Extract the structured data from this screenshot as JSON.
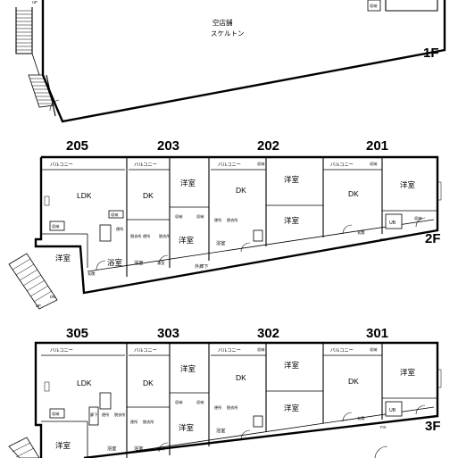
{
  "floor1": {
    "floor_label": "1F",
    "shop_line1": "空店舗",
    "shop_line2": "スケルトン",
    "stair_up": "UP",
    "storage_right": "収納"
  },
  "floor2": {
    "floor_label": "2F",
    "units": [
      "205",
      "203",
      "202",
      "201"
    ],
    "balcony": "バルコニー",
    "storage": "収納",
    "ldk": "LDK",
    "dk": "DK",
    "western": "洋室",
    "bath": "浴室",
    "toilet": "便所",
    "washroom": "脱衣所",
    "entrance": "玄関",
    "corridor": "外廊下",
    "ub": "UB",
    "dn": "DN",
    "up": "UP",
    "window_tag": "FIX"
  },
  "floor3": {
    "floor_label": "3F",
    "units": [
      "305",
      "303",
      "302",
      "301"
    ],
    "balcony": "バルコニー",
    "storage": "収納",
    "ldk": "LDK",
    "dk": "DK",
    "western": "洋室",
    "bath": "浴室",
    "toilet": "便所",
    "washroom": "脱衣所",
    "entrance": "玄関",
    "hallway": "廊下",
    "ub": "UB",
    "window_tag": "FIX"
  }
}
